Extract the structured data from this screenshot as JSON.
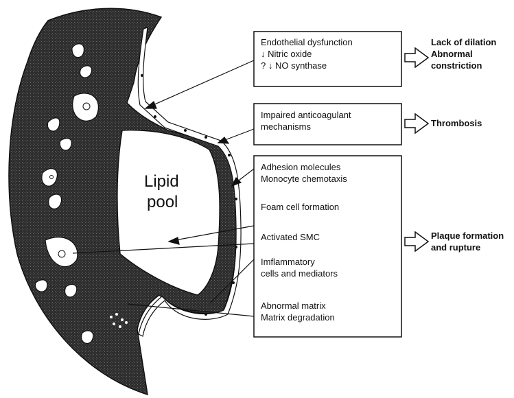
{
  "lipid_pool_label": [
    "Lipid",
    "pool"
  ],
  "boxes": [
    {
      "lines": [
        "Endothelial dysfunction",
        "↓ Nitric oxide",
        "? ↓ NO synthase"
      ]
    },
    {
      "lines": [
        "Impaired anticoagulant",
        "mechanisms"
      ]
    },
    {
      "groups": [
        [
          "Adhesion molecules",
          "Monocyte chemotaxis"
        ],
        [
          "Foam cell formation"
        ],
        [
          "Activated SMC"
        ],
        [
          "Imflammatory",
          "cells and mediators"
        ],
        [
          "Abnormal matrix",
          "Matrix degradation"
        ]
      ]
    }
  ],
  "outcomes": [
    [
      "Lack of dilation",
      "Abnormal",
      "constriction"
    ],
    [
      "Thrombosis"
    ],
    [
      "Plaque formation",
      "and rupture"
    ]
  ],
  "colors": {
    "wall": "#2b2b2b",
    "line": "#111111",
    "background": "#ffffff"
  }
}
